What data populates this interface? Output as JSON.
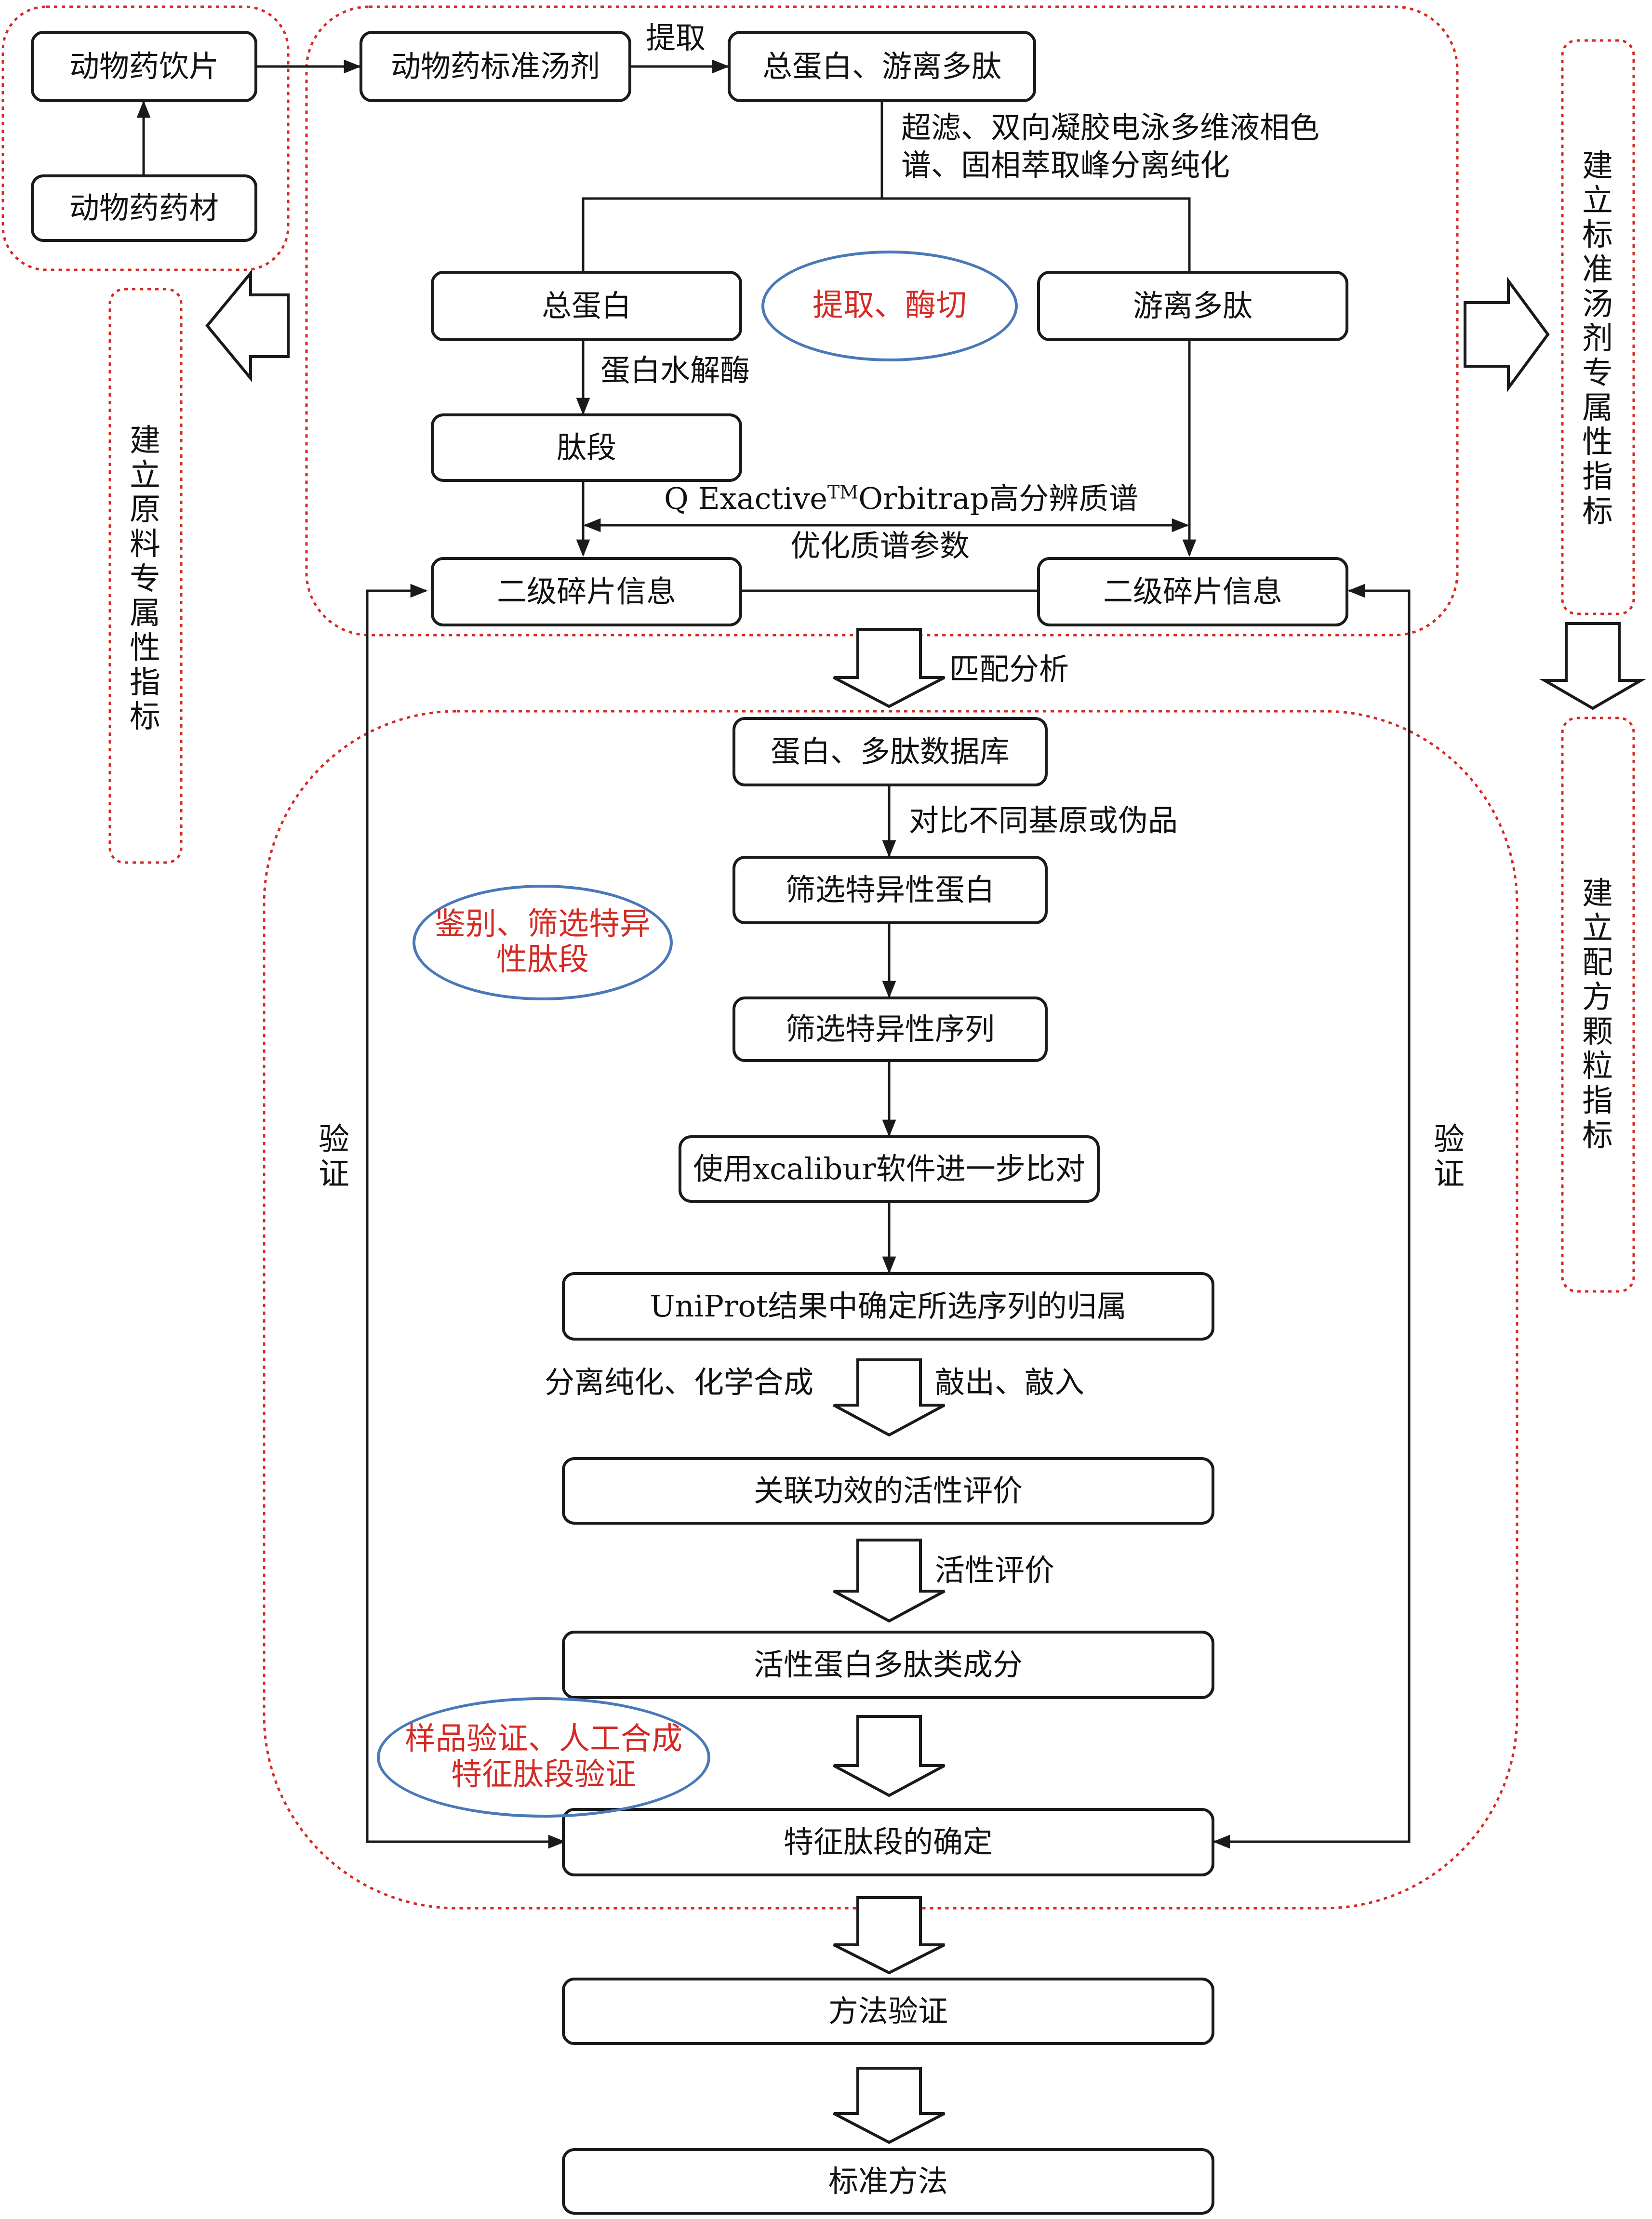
{
  "colors": {
    "line": "#1a1a1a",
    "dotted_region": "#d42a24",
    "ellipse_border": "#4a79b8",
    "ellipse_text": "#d42a24",
    "hollow_arrow_fill": "#ffffff"
  },
  "nodes": {
    "yinpian": "动物药饮片",
    "yaocai": "动物药药材",
    "tangji": "动物药标准汤剂",
    "total_protein_peptide": "总蛋白、游离多肽",
    "total_protein": "总蛋白",
    "free_peptide": "游离多肽",
    "peptide_segment": "肽段",
    "ms2_left": "二级碎片信息",
    "ms2_right": "二级碎片信息",
    "database": "蛋白、多肽数据库",
    "screen_protein": "筛选特异性蛋白",
    "screen_sequence": "筛选特异性序列",
    "xcalibur": "使用xcalibur软件进一步比对",
    "uniprot": "UniProt结果中确定所选序列的归属",
    "activity_eval": "关联功效的活性评价",
    "active_components": "活性蛋白多肽类成分",
    "marker_confirm": "特征肽段的确定",
    "method_validation": "方法验证",
    "standard_method": "标准方法"
  },
  "labels": {
    "extract": "提取",
    "separation": "超滤、双向凝胶电泳多维液相色谱、固相萃取峰分离纯化",
    "protease": "蛋白水解酶",
    "ms_instrument_pre": "Q Exactive",
    "ms_instrument_tm": "TM",
    "ms_instrument_post": "Orbitrap高分辨质谱",
    "ms_params": "优化质谱参数",
    "match_analysis": "匹配分析",
    "compare_origins": "对比不同基原或伪品",
    "purify_synthesis": "分离纯化、化学合成",
    "knock": "敲出、敲入",
    "activity": "活性评价",
    "verify_left": "验证",
    "verify_right": "验证"
  },
  "side_labels": {
    "raw_material": "建立原料专属性指标",
    "standard_decoction": "建立标准汤剂专属性指标",
    "formula_granule": "建立配方颗粒指标"
  },
  "ellipses": {
    "extract_digest": "提取、酶切",
    "identify_screen": "鉴别、筛选特异性肽段",
    "sample_verify": "样品验证、人工合成特征肽段验证"
  }
}
